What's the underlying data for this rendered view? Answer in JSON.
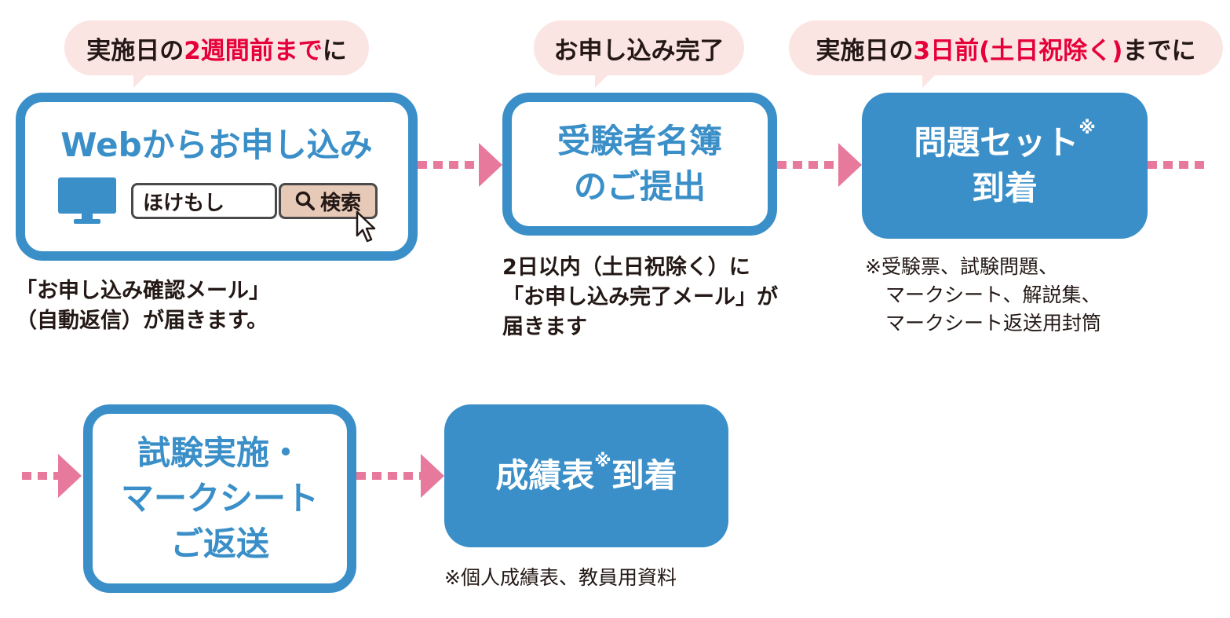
{
  "bubbles": {
    "b1": {
      "pre": "実施日の",
      "hl": "2週間前まで",
      "post": "に"
    },
    "b2": {
      "text": "お申し込み完了"
    },
    "b3": {
      "pre": "実施日の",
      "hl": "3日前(土日祝除く)",
      "post": "までに"
    }
  },
  "steps": {
    "s1": {
      "title": "Webからお申し込み",
      "search_value": "ほけもし",
      "search_button": "検索"
    },
    "s2": {
      "line1": "受験者名簿",
      "line2": "のご提出"
    },
    "s3": {
      "line1": "問題セット",
      "mark": "※",
      "line2": "到着"
    },
    "s4": {
      "line1": "試験実施・",
      "line2": "マークシート",
      "line3": "ご返送"
    },
    "s5": {
      "pre": "成績表",
      "mark": "※",
      "post": "到着"
    }
  },
  "notes": {
    "n1": {
      "line1": "「お申し込み確認メール」",
      "line2": "（自動返信）が届きます。"
    },
    "n2": {
      "line1": "2日以内（土日祝除く）に",
      "line2": "「お申し込み完了メール」が",
      "line3": "届きます"
    },
    "n3": {
      "line1": "※受験票、試験問題、",
      "line2": "マークシート、解説集、",
      "line3": "マークシート返送用封筒"
    },
    "n5": {
      "line1": "※個人成績表、教員用資料"
    }
  },
  "colors": {
    "blue": "#3a8fc8",
    "pink": "#e7799c",
    "bubble": "#fbe5e3",
    "highlight": "#e6003a"
  },
  "icons": {
    "monitor": "monitor-icon",
    "search": "search-icon",
    "cursor": "cursor-icon"
  }
}
